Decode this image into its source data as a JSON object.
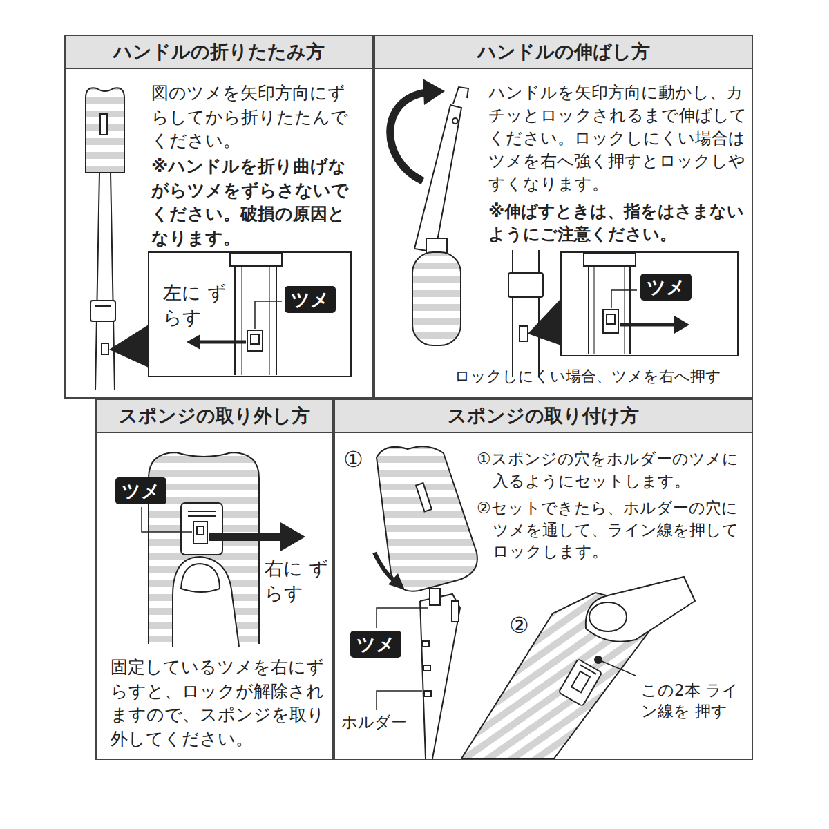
{
  "diagram": {
    "nodes": [
      {
        "text": [
          "ハンドルの折りたたみ方",
          "図のツメを矢印方向にずらしてから折りたたんでください。",
          "※ハンドルを折り曲げながらツメをずらさないでください。破損の原因となります。"
        ]
      },
      {
        "text": [
          "ツメ"
        ],
        "in": 0
      },
      {
        "text": [
          "ハンドルの伸ばし方",
          "ハンドルを矢印方向に動かし、カチッとロックされるまで伸ばしてください。ロックしにくい場合はツメを右へ強く押すとロックしやすくなります。",
          "※伸ばすときは、指をはさまないようにご注意ください。",
          "ロックしにくい場合、ツメを右へ押す"
        ]
      },
      {
        "text": [
          "ツメ"
        ],
        "in": 2
      },
      {
        "text": [
          "スポンジの取り外し方",
          "固定しているツメを右にずらすと、ロックが解除されますので、スポンジを取り外してください。"
        ]
      },
      {
        "text": [
          "ツメ"
        ],
        "in": 4
      },
      {
        "text": [
          "スポンジの取り付け方",
          "①スポンジの穴をホルダーのツメに入るようにセットします。",
          "②セットできたら、ホルダーの穴にツメを通して、ライン線を押してロックします。"
        ]
      },
      {
        "text": [
          "ツメ"
        ],
        "in": 6
      }
    ],
    "labels": [
      "左に ずらす",
      "右に ずらす",
      "①",
      "②",
      "ホルダー",
      "この2本 ライン線を 押す"
    ]
  }
}
